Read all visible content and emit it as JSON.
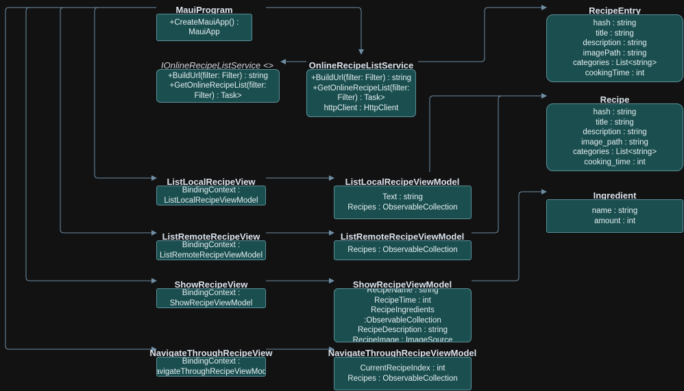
{
  "classes": {
    "mauiProgram": {
      "title": "MauiProgram",
      "members": [
        "+CreateMauiApp() :\nMauiApp"
      ]
    },
    "iOnlineRecipeListService": {
      "title": "IOnlineRecipeListService <>",
      "members": [
        "+BuildUrl(filter: Filter) : string",
        "+GetOnlineRecipeList(filter:\nFilter) : Task>"
      ]
    },
    "onlineRecipeListService": {
      "title": "OnlineRecipeListService",
      "members": [
        "+BuildUrl(filter: Filter) : string",
        "+GetOnlineRecipeList(filter:\nFilter) : Task>",
        "httpClient : HttpClient"
      ]
    },
    "recipeEntry": {
      "title": "RecipeEntry",
      "members": [
        "hash : string",
        "title : string",
        "description : string",
        "imagePath : string",
        "categories : List<string>",
        "cookingTime : int"
      ]
    },
    "recipe": {
      "title": "Recipe",
      "members": [
        "hash : string",
        "title : string",
        "description : string",
        "image_path : string",
        "categories : List<string>",
        "cooking_time : int"
      ]
    },
    "ingredient": {
      "title": "Ingredient",
      "members": [
        "name : string",
        "amount : int"
      ]
    },
    "listLocalRecipeView": {
      "title": "ListLocalRecipeView",
      "members": [
        "BindingContext :\nListLocalRecipeViewModel"
      ]
    },
    "listLocalRecipeViewModel": {
      "title": "ListLocalRecipeViewModel",
      "members": [
        "Text : string",
        "Recipes : ObservableCollection"
      ]
    },
    "listRemoteRecipeView": {
      "title": "ListRemoteRecipeView",
      "members": [
        "BindingContext :\nListRemoteRecipeViewModel"
      ]
    },
    "listRemoteRecipeViewModel": {
      "title": "ListRemoteRecipeViewModel",
      "members": [
        "Recipes : ObservableCollection"
      ]
    },
    "showRecipeView": {
      "title": "ShowRecipeView",
      "members": [
        "BindingContext :\nShowRecipeViewModel"
      ]
    },
    "showRecipeViewModel": {
      "title": "ShowRecipeViewModel",
      "members": [
        "RecipeName : string",
        "RecipeTime : int",
        "RecipeIngredients\n:ObservableCollection",
        "RecipeDescription : string",
        "RecipeImage : ImageSource"
      ]
    },
    "navigateThroughRecipeView": {
      "title": "NavigateThroughRecipeView",
      "members": [
        "BindingContext :\nNavigateThroughRecipeViewModel"
      ]
    },
    "navigateThroughRecipeViewModel": {
      "title": "NavigateThroughRecipeViewModel",
      "members": [
        "CurrentRecipeIndex : int",
        "Recipes : ObservableCollection"
      ]
    }
  },
  "colors": {
    "background": "#121212",
    "box_fill": "#1b4f4f",
    "box_border": "#5a8f9a",
    "arrow": "#6f8fa6",
    "text": "#e6eef2"
  }
}
